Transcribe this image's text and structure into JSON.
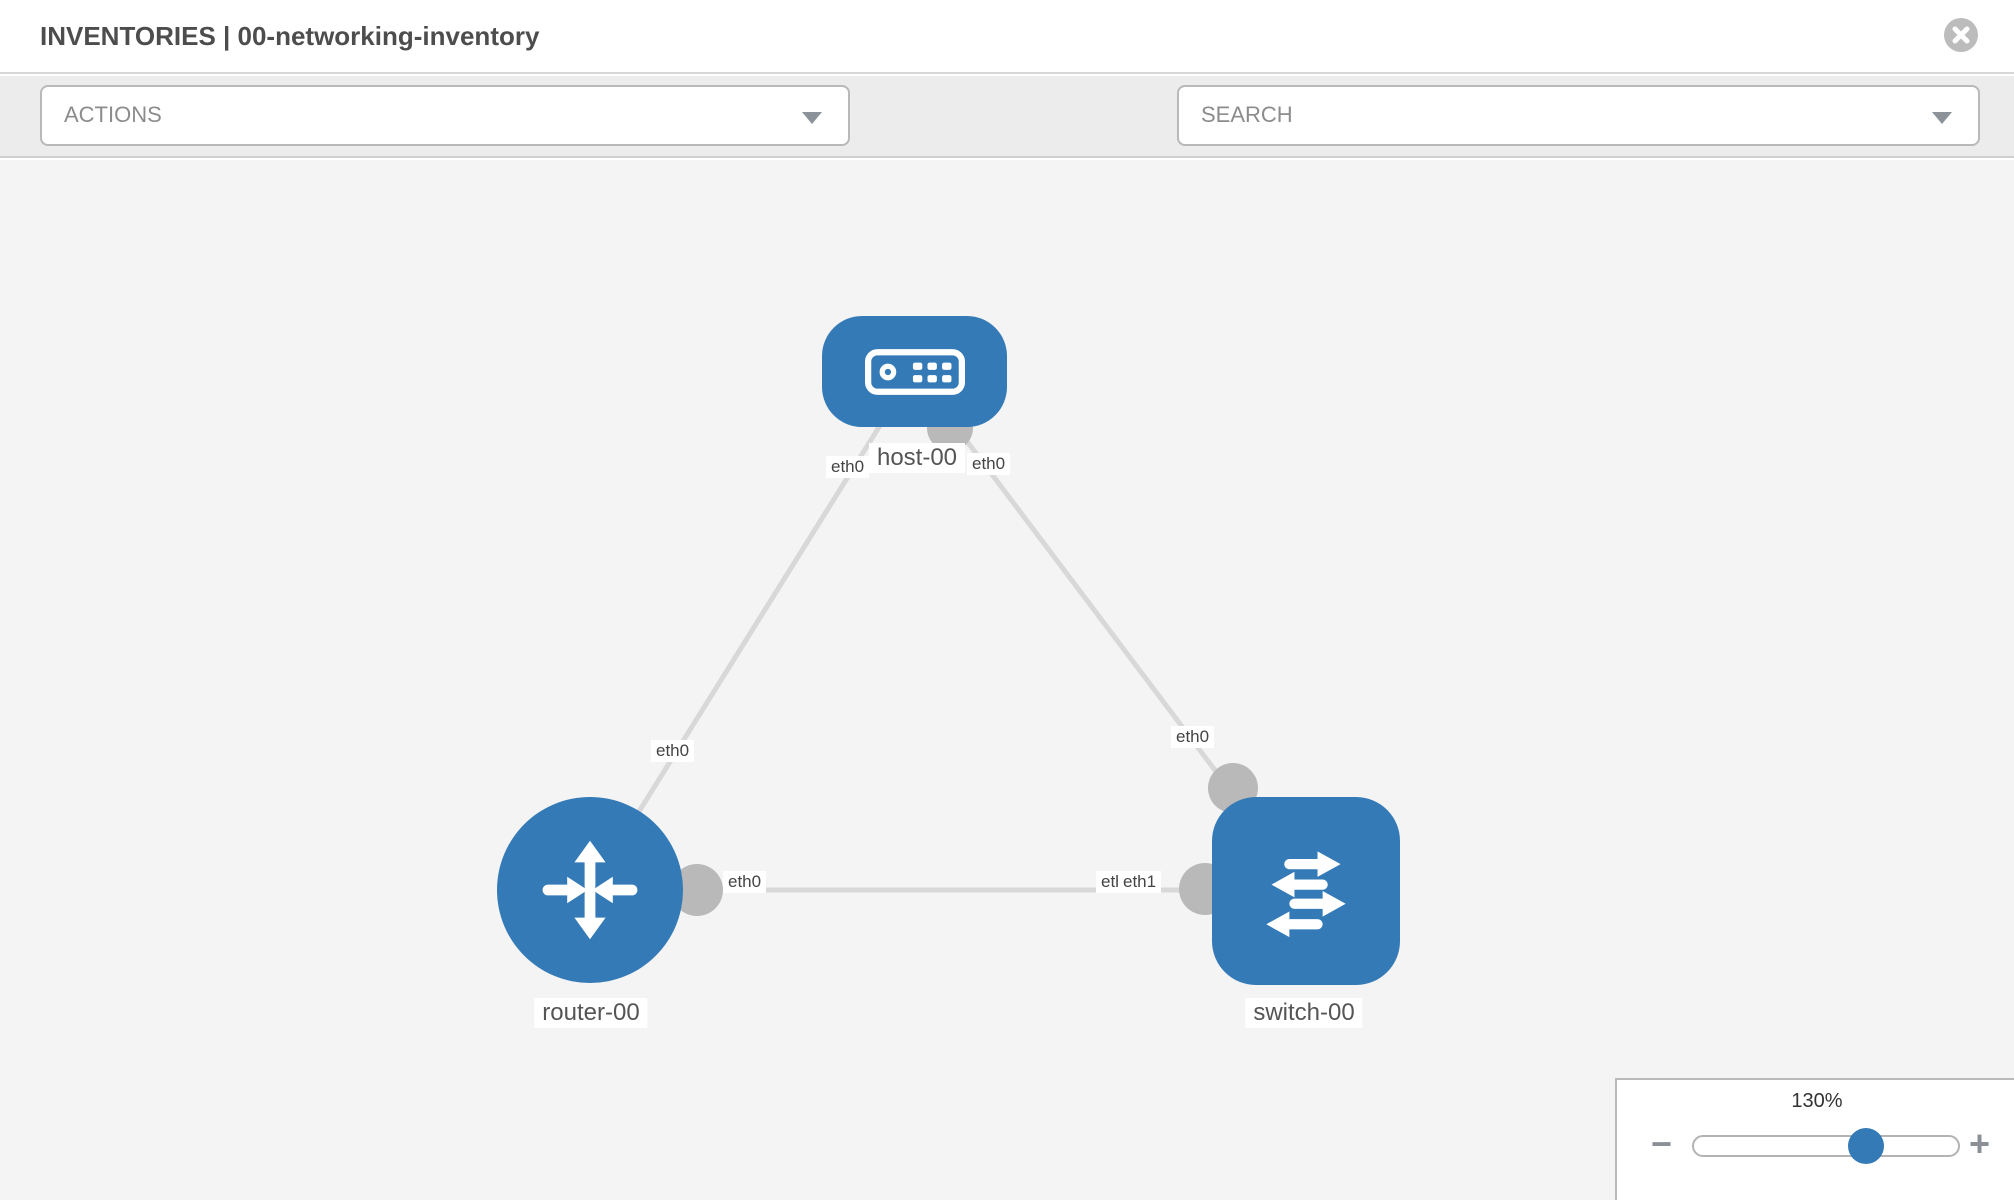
{
  "header": {
    "title": "INVENTORIES | 00-networking-inventory",
    "close_icon": "x-circle-icon"
  },
  "toolbar": {
    "actions": {
      "label": "ACTIONS"
    },
    "tools": [
      {
        "icon": "wrench-icon"
      },
      {
        "icon": "key-icon"
      }
    ],
    "search": {
      "placeholder": "SEARCH",
      "value": ""
    }
  },
  "topology": {
    "nodes": [
      {
        "id": "host-00",
        "type": "host",
        "label": "host-00"
      },
      {
        "id": "router-00",
        "type": "router",
        "label": "router-00"
      },
      {
        "id": "switch-00",
        "type": "switch",
        "label": "switch-00"
      }
    ],
    "links": [
      {
        "from": "host-00",
        "from_interface": "eth0",
        "to": "router-00",
        "to_interface": "eth0"
      },
      {
        "from": "host-00",
        "from_interface": "eth0",
        "to": "switch-00",
        "to_interface": "eth0"
      },
      {
        "from": "router-00",
        "from_interface": "eth0",
        "to": "switch-00",
        "to_interface": "eth1"
      }
    ],
    "interface_labels": [
      {
        "text": "eth0"
      },
      {
        "text": "eth0"
      },
      {
        "text": "eth0"
      },
      {
        "text": "eth0"
      },
      {
        "text": "eth0"
      },
      {
        "text": "eth0"
      },
      {
        "text": "eth1"
      }
    ]
  },
  "zoom_control": {
    "value": "130%",
    "percent": 65,
    "minus_label": "−",
    "plus_label": "+"
  },
  "colors": {
    "node_blue": "#337ab7",
    "link_gray": "#d8d8d8",
    "connector_gray": "#b9b9b9",
    "canvas_bg": "#f4f4f4",
    "toolbar_bg": "#ececec"
  }
}
